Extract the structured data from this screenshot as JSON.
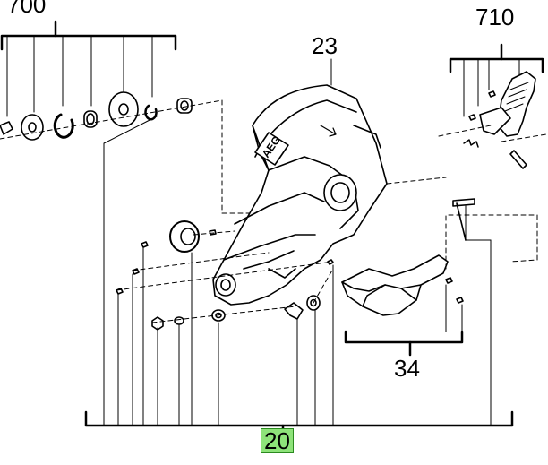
{
  "labels": {
    "assembly_700": "700",
    "assembly_710": "710",
    "part_23": "23",
    "assembly_34": "34",
    "assembly_20": "20",
    "brand": "AEG"
  },
  "colors": {
    "highlight_fill": "#8ee37a",
    "highlight_border": "#2b8a1f",
    "line": "#000000"
  }
}
